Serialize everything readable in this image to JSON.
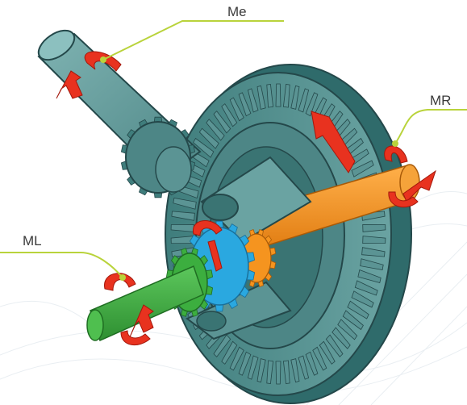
{
  "labels": {
    "me": "Me",
    "mr": "MR",
    "ml": "ML"
  },
  "colors": {
    "housing": "#5b9494",
    "housing_dark": "#2f6b6b",
    "housing_light": "#7fb3b2",
    "outline": "#24484a",
    "blue_gear": "#2aa8e0",
    "green_shaft": "#3cae3f",
    "orange_shaft": "#f5941f",
    "arrow_red": "#e8321f",
    "leader_line": "#b9d33b",
    "background_lines": "#e9eef2"
  }
}
